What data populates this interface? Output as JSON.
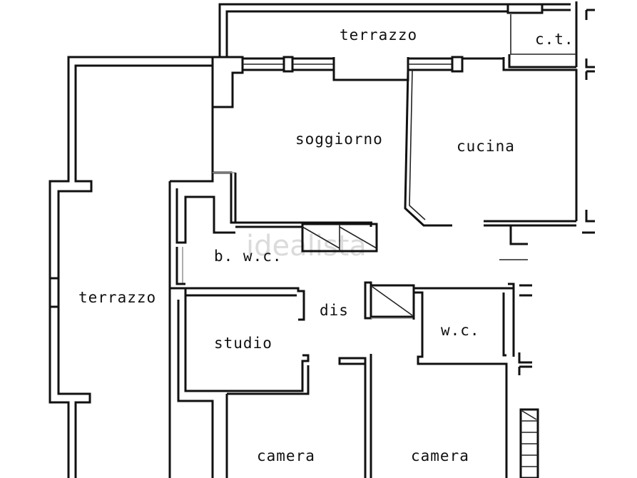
{
  "plan": {
    "rooms": {
      "terrazzo_top": "terrazzo",
      "ct": "c.t.",
      "soggiorno": "soggiorno",
      "cucina": "cucina",
      "bwc": "b. w.c.",
      "terrazzo_left": "terrazzo",
      "dis": "dis",
      "studio": "studio",
      "wc": "w.c.",
      "camera_left": "camera",
      "camera_right": "camera"
    },
    "watermark": "idealista"
  }
}
